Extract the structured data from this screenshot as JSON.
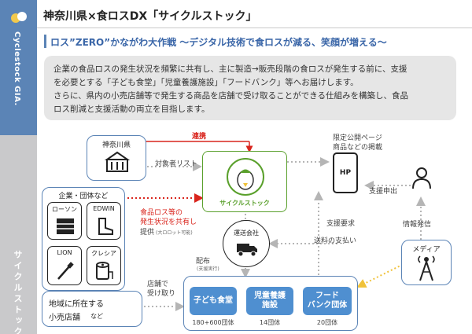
{
  "header": {
    "title": "神奈川県×食ロスDX「サイクルストック」",
    "subtitle": "ロス”ZERO”かながわ大作戦 〜デジタル技術で食ロスが減る、笑顔が増える〜"
  },
  "sidebar": {
    "brand": "Cyclestock GIA.",
    "section": "サイクルストック"
  },
  "description": {
    "lines": [
      "企業の食品ロスの発生状況を頻繁に共有し、主に製造→販売段階の食ロスが発生する前に、支援",
      "を必要とする「子ども食堂」「児童養護施設」「フードバンク」等へお届けします。",
      "さらに、県内の小売店舗等で発生する商品を店舗で受け取ることができる仕組みを構築し、食品",
      "ロス削減と支援活動の両立を目指します。"
    ]
  },
  "diagram": {
    "kanagawa": "神奈川県",
    "renkei": "連携",
    "target_list": "対象者リスト",
    "center_logo": "サイクルストック",
    "hp_title_1": "限定公開ページ",
    "hp_title_2": "商品などの掲載",
    "hp": "HP",
    "support_apply": "支援申出",
    "info_send": "情報発信",
    "media": "メディア",
    "companies_title": "企業・団体など",
    "companies": [
      "ローソン",
      "EDWIN",
      "LION",
      "クレシア"
    ],
    "food_loss_1": "食品ロス等の",
    "food_loss_2": "発生状況を共有し",
    "provide": "提供",
    "provide_note": "(大ロロット可能)",
    "shipping_company": "運送会社",
    "support_request": "支援要求",
    "shipping_fee": "送料の支払い",
    "delivery": "配布",
    "delivery_note": "(支援実行)",
    "store_pickup_1": "店舗で",
    "store_pickup_2": "受け取り",
    "local_stores_1": "地域に所在する",
    "local_stores_2": "小売店舗",
    "local_stores_suffix": "など",
    "recipients": [
      {
        "label_1": "子ども食堂",
        "label_2": "",
        "count": "180+600団体"
      },
      {
        "label_1": "児童養護",
        "label_2": "施設",
        "count": "14団体"
      },
      {
        "label_1": "フード",
        "label_2": "バンク団体",
        "count": "20団体"
      }
    ]
  },
  "colors": {
    "sidebar_blue": "#5b84b6",
    "sidebar_gray": "#c9c9cb",
    "accent_blue": "#3a66a8",
    "button_blue": "#4f8fd0",
    "red": "#d9251d",
    "logo_green": "#5aa02c",
    "arrow_yellow": "#f0c23a"
  }
}
